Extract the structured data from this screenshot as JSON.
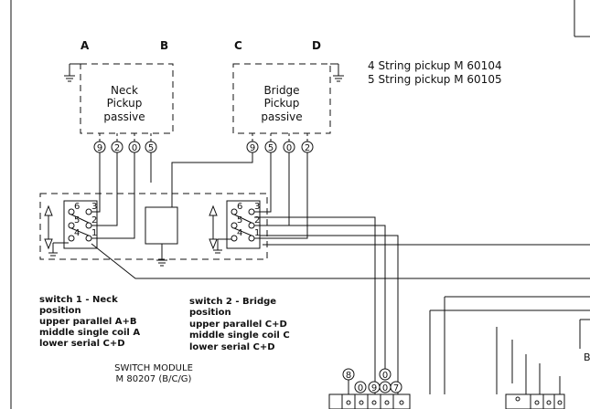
{
  "terminals": {
    "a": "A",
    "b": "B",
    "c": "C",
    "d": "D"
  },
  "pickup_codes": {
    "four_string": "4 String pickup M 60104",
    "five_string": "5 String pickup M 60105"
  },
  "neck_pickup": {
    "line1": "Neck",
    "line2": "Pickup",
    "line3": "passive"
  },
  "bridge_pickup": {
    "line1": "Bridge",
    "line2": "Pickup",
    "line3": "passive"
  },
  "neck_pins": [
    "9",
    "2",
    "0",
    "5"
  ],
  "bridge_pins": [
    "9",
    "5",
    "0",
    "2"
  ],
  "switch1_contacts": [
    "6",
    "3",
    "5",
    "2",
    "4",
    "1"
  ],
  "switch2_contacts": [
    "6",
    "3",
    "5",
    "2",
    "4",
    "1"
  ],
  "switch1_desc": {
    "line1": "switch 1 - Neck",
    "line2": "position",
    "line3": "upper parallel A+B",
    "line4": "middle single coil A",
    "line5": "lower  serial C+D"
  },
  "switch2_desc": {
    "line1": "switch 2 - Bridge",
    "line2": "position",
    "line3": "upper parallel C+D",
    "line4": "middle single coil C",
    "line5": "lower  serial C+D"
  },
  "module": {
    "line1": "SWITCH MODULE",
    "line2": "M 80207 (B/C/G)"
  },
  "bottom_pins_row1": [
    "8",
    "0"
  ],
  "bottom_pins_row2": [
    "0",
    "9",
    "0",
    "7"
  ],
  "edge_letter": "B"
}
